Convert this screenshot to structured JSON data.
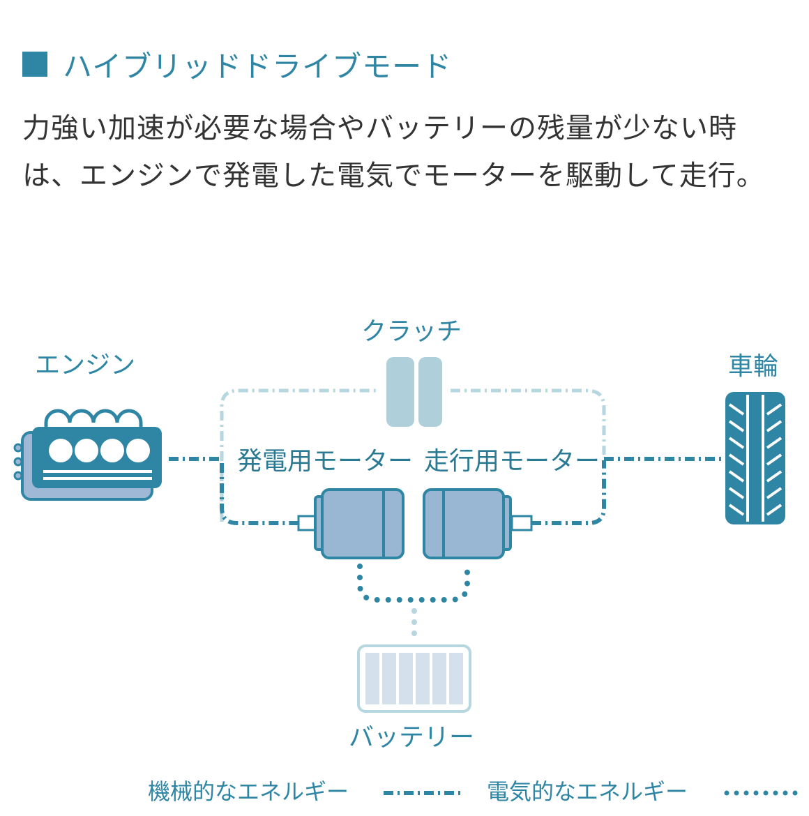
{
  "header": {
    "title": "ハイブリッドドライブモード",
    "accent_color": "#2f86a4"
  },
  "description": {
    "line1": "力強い加速が必要な場合やバッテリーの残量が少ない時",
    "line2": "は、エンジンで発電した電気でモーターを駆動して走行。"
  },
  "diagram": {
    "labels": {
      "clutch": "クラッチ",
      "engine": "エンジン",
      "wheel": "車輪",
      "generator_motor": "発電用モーター",
      "drive_motor": "走行用モーター",
      "battery": "バッテリー"
    },
    "icons": [
      "engine-icon",
      "clutch-icon",
      "wheel-icon",
      "generator-motor-icon",
      "drive-motor-icon",
      "battery-icon"
    ],
    "colors": {
      "primary": "#2f86a4",
      "motor_fill": "#99b7d3",
      "engine_back": "#9fb8d6",
      "clutch": "#afcfdb",
      "battery_cells": "#d4e1ed",
      "light_line": "#b6d6e0",
      "text": "#333333"
    }
  },
  "legend": {
    "mechanical": "機械的なエネルギー",
    "electrical": "電気的なエネルギー"
  }
}
